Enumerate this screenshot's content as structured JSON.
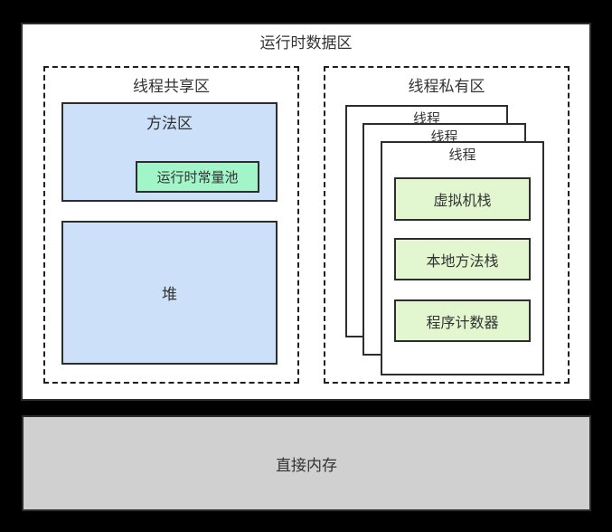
{
  "diagram": {
    "title": "运行时数据区",
    "shared_region": {
      "title": "线程共享区",
      "method_area": {
        "label": "方法区",
        "runtime_constant_pool": "运行时常量池"
      },
      "heap_label": "堆"
    },
    "private_region": {
      "title": "线程私有区",
      "threads": [
        "线程",
        "线程",
        "线程"
      ],
      "thread_components": [
        "虚拟机栈",
        "本地方法栈",
        "程序计数器"
      ]
    },
    "direct_memory_label": "直接内存",
    "colors": {
      "background": "#000000",
      "panel_fill": "#ffffff",
      "blue_fill": "#cce0f9",
      "mint_fill": "#a2f5c9",
      "green_fill": "#e2f7cf",
      "gray_fill": "#d0d0d0",
      "border": "#2d2d2d",
      "text": "#333333"
    }
  }
}
